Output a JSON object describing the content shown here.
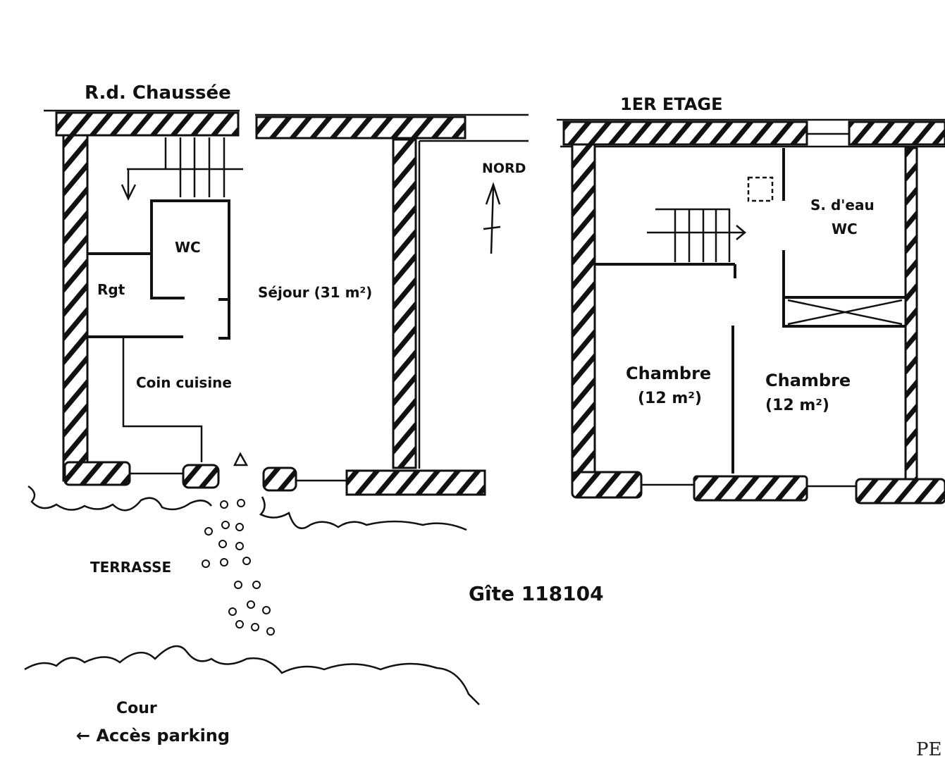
{
  "ground_floor": {
    "title": "R.d. Chaussée",
    "rooms": {
      "wc": "WC",
      "storage": "Rgt",
      "living": "Séjour (31 m²)",
      "kitchen": "Coin cuisine"
    },
    "north": "NORD",
    "terrace": "TERRASSE",
    "yard": "Cour",
    "parking": "← Accès parking"
  },
  "first_floor": {
    "title": "1ER ETAGE",
    "rooms": {
      "bathroom_line1": "S. d'eau",
      "bathroom_line2": "WC",
      "bedroom1_name": "Chambre",
      "bedroom1_area": "(12 m²)",
      "bedroom2_name": "Chambre",
      "bedroom2_area": "(12 m²)"
    }
  },
  "caption": "Gîte 118104",
  "signature": "PE"
}
